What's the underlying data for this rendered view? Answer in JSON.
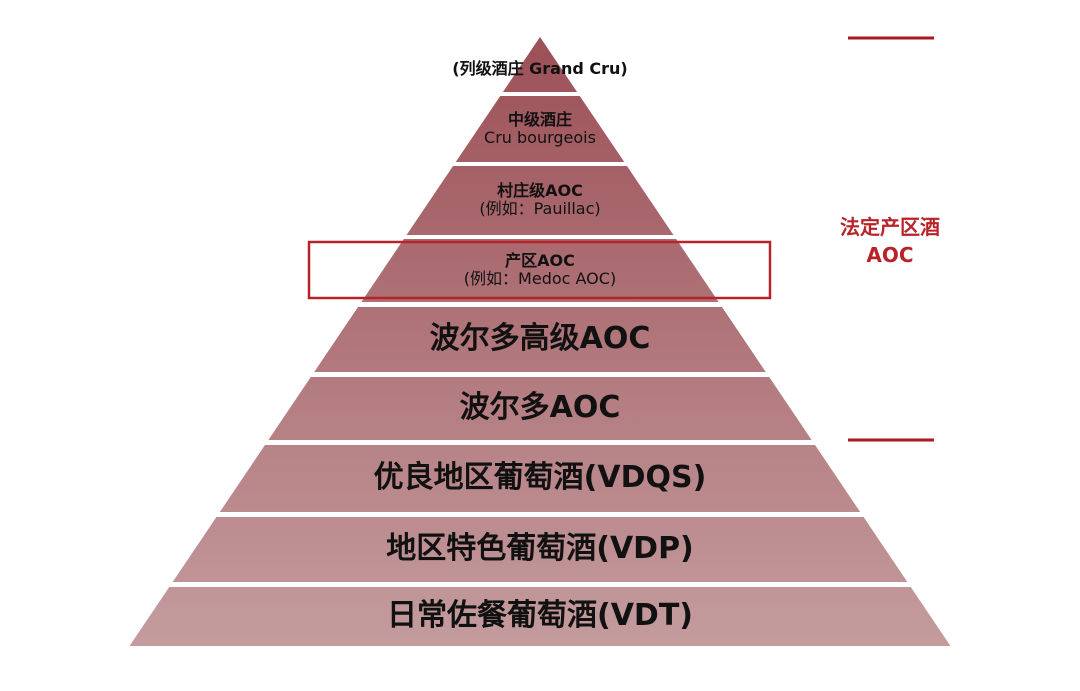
{
  "pyramid": {
    "levels": [
      {
        "lines": [
          "(列级酒庄 Grand Cru)"
        ]
      },
      {
        "lines": [
          "中级酒庄",
          "Cru bourgeois"
        ]
      },
      {
        "lines": [
          "村庄级AOC",
          "(例如：Pauillac)"
        ]
      },
      {
        "lines": [
          "产区AOC",
          "(例如：Medoc AOC)"
        ]
      },
      {
        "lines": [
          "波尔多高级AOC"
        ]
      },
      {
        "lines": [
          "波尔多AOC"
        ]
      },
      {
        "lines": [
          "优良地区葡萄酒(VDQS)"
        ]
      },
      {
        "lines": [
          "地区特色葡萄酒(VDP)"
        ]
      },
      {
        "lines": [
          "日常佐餐葡萄酒(VDT)"
        ]
      }
    ],
    "highlighted_level": 3
  },
  "side_label": {
    "line1": "法定产区酒",
    "line2": "AOC"
  },
  "colors": {
    "top": "#9c5057",
    "bottom": "#c49c9e",
    "accent": "#b8232a"
  }
}
